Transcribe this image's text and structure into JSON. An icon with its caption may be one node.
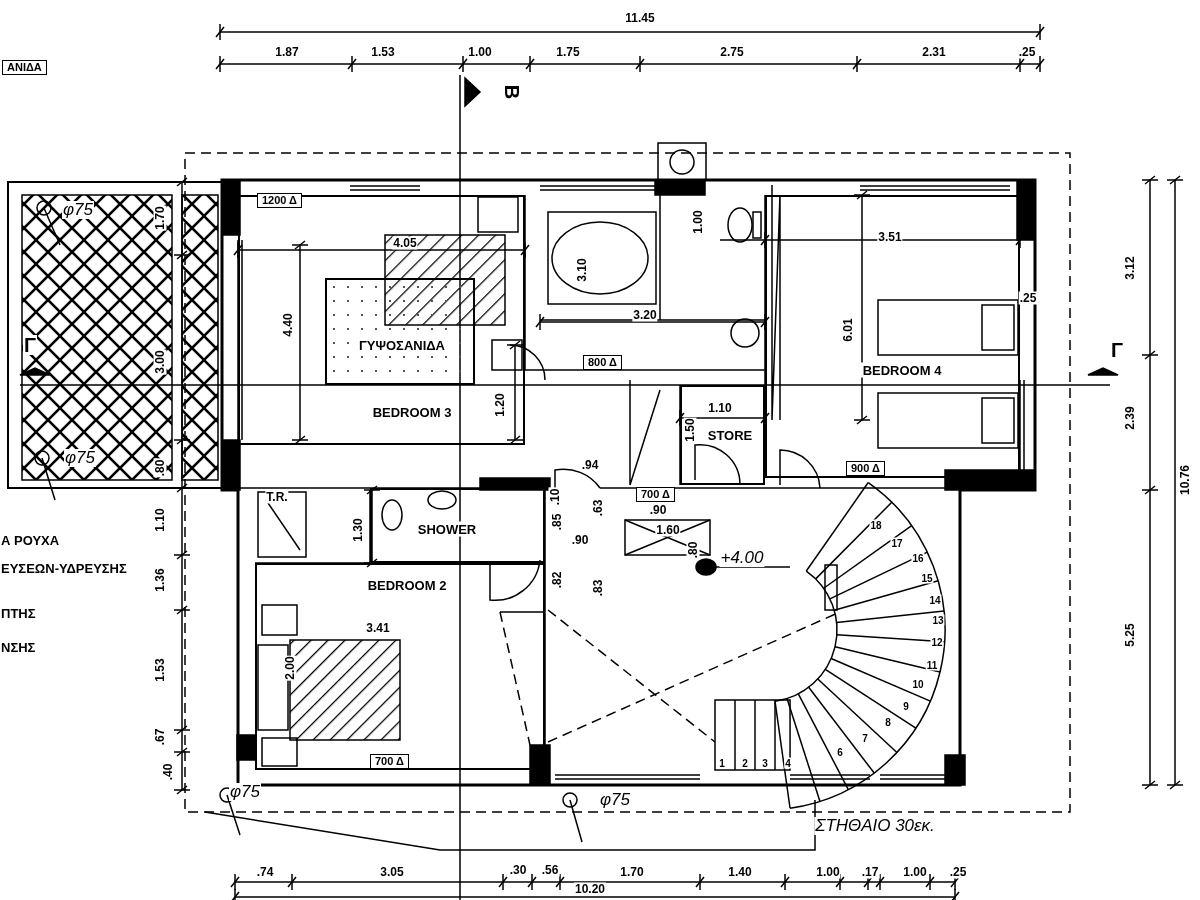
{
  "diagram": {
    "nodes": [
      {
        "text": [
          "ΑΝΙΔΑ"
        ]
      },
      {
        "text": [
          "BEDROOM 3"
        ]
      },
      {
        "text": [
          "ΓΥΨΟΣΑΝΙΔΑ"
        ],
        "in": 1
      },
      {
        "text": [
          "1200 Δ"
        ],
        "in": 1
      },
      {
        "text": [
          "800 Δ"
        ]
      },
      {
        "text": [
          "STORE"
        ]
      },
      {
        "text": [
          "700 Δ"
        ]
      },
      {
        "text": [
          "BEDROOM 4"
        ]
      },
      {
        "text": [
          "900 Δ"
        ],
        "in": 7
      },
      {
        "text": [
          "SHOWER"
        ]
      },
      {
        "text": [
          "BEDROOM 2"
        ]
      },
      {
        "text": [
          "700 Δ"
        ],
        "in": 10
      }
    ],
    "labels": [
      "11.45",
      "1.87",
      "1.53",
      "1.00",
      "1.75",
      "2.75",
      "2.31",
      ".25",
      "B",
      "φ75",
      "1.70",
      "Γ",
      "3.00",
      "4.05",
      "4.40",
      "3.10",
      "1.00",
      "3.20",
      "3.51",
      ".25",
      "6.01",
      "3.12",
      "Γ",
      "1.20",
      "1.10",
      "1.50",
      "2.39",
      "φ75",
      ".80",
      ".94",
      "10.76",
      "T.R.",
      ".10",
      ".63",
      ".90",
      "1.10",
      ".85",
      "1.30",
      "1.60",
      "Α ΡΟΥΧΑ",
      ".90",
      ".80",
      "+4.00",
      "ΕΥΣΕΩΝ-ΥΔΡΕΥΣΗΣ",
      "1.36",
      ".82",
      ".83",
      "ΠΤΗΣ",
      "3.41",
      "ΝΣΗΣ",
      "5.25",
      "1.53",
      "2.00",
      ".67",
      ".40",
      "18",
      "17",
      "16",
      "15",
      "14",
      "13",
      "12",
      "11",
      "10",
      "9",
      "8",
      "7",
      "6",
      "1",
      "2",
      "3",
      "4",
      "φ75",
      "φ75",
      "ΣΤΗΘΑΙΟ 30εκ.",
      ".74",
      "3.05",
      ".30",
      ".56",
      "1.70",
      "1.40",
      "1.00",
      ".17",
      "1.00",
      ".25",
      "10.20"
    ]
  }
}
